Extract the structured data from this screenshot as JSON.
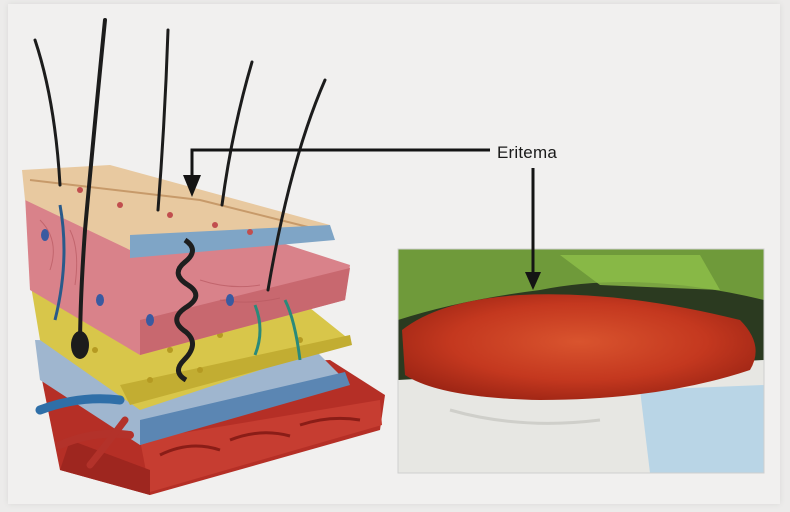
{
  "figure": {
    "callout_label": "Eritema",
    "colors": {
      "background": "#f1f0ef",
      "arrow": "#141414",
      "epidermis": "#e3b494",
      "dermis": "#d9828a",
      "subcutis": "#d8c64a",
      "muscle": "#b52f26",
      "vein": "#2f6fa8",
      "artery": "#b3322a",
      "erythema": "#d0402a",
      "skin_green": "#6f9a3a",
      "sheet_white": "#e7e7e3"
    },
    "icons": [
      "skin-cross-section-illustration",
      "hair-follicle-icon",
      "erythema-photo"
    ]
  }
}
